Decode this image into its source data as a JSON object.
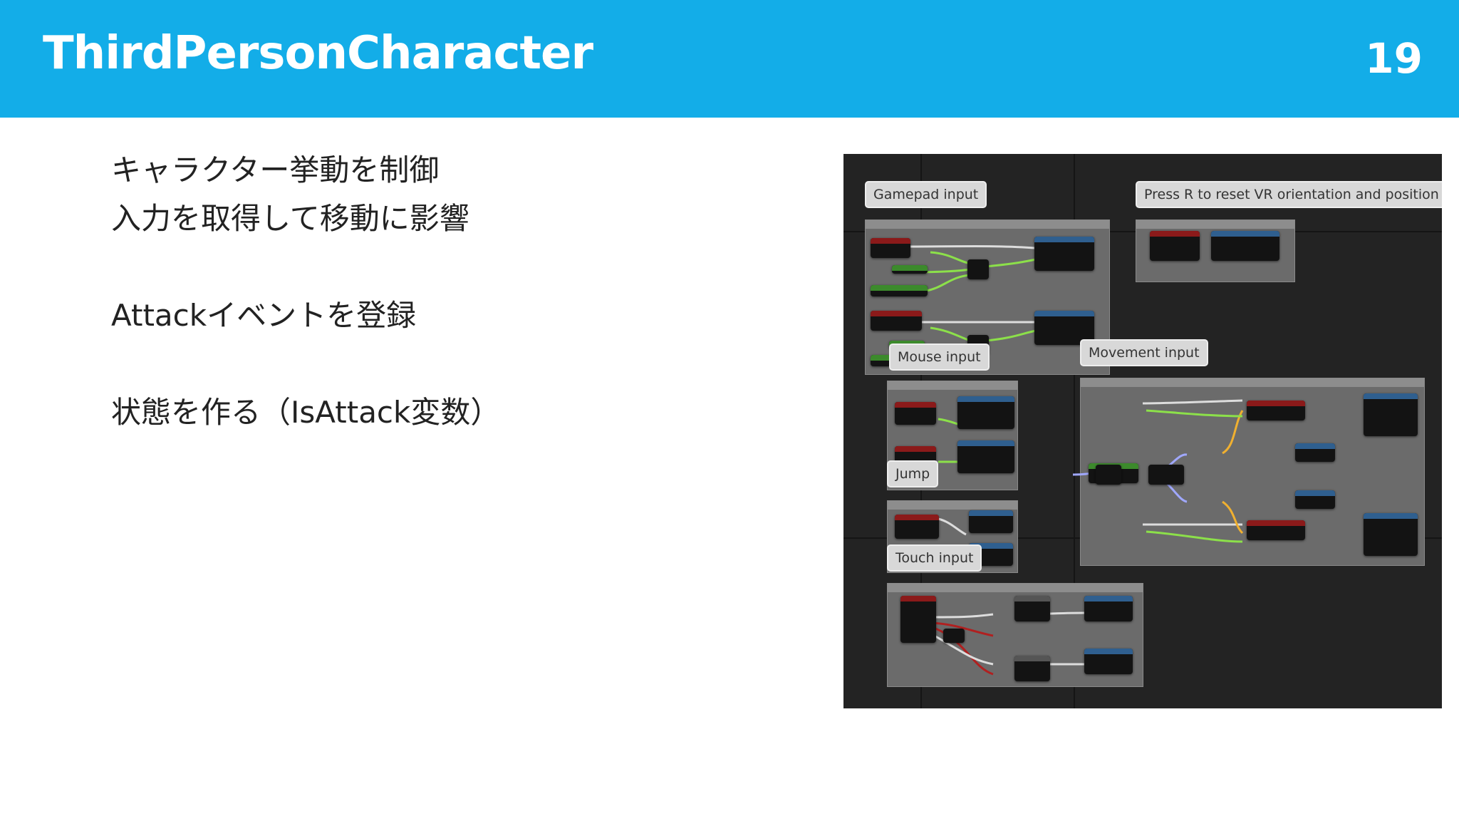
{
  "slide": {
    "title": "ThirdPersonCharacter",
    "page_number": "19",
    "header_color": "#13ade8"
  },
  "bullets": [
    "キャラクター挙動を制御",
    "入力を取得して移動に影響",
    "Attackイベントを登録",
    "状態を作る（IsAttack変数）"
  ],
  "blueprint": {
    "comments": {
      "gamepad": "Gamepad input",
      "reset_vr": "Press R to reset VR orientation and position",
      "mouse": "Mouse input",
      "movement": "Movement input",
      "jump": "Jump",
      "touch": "Touch input"
    },
    "colors": {
      "background": "#232323",
      "event_node": "#8b1a1a",
      "function_node": "#2f5f8f",
      "exec_wire": "#ffffff",
      "float_wire": "#8ce04a",
      "vector_wire": "#f0b030",
      "struct_wire": "#a0a8ff",
      "touch_wire": "#b02020"
    }
  }
}
